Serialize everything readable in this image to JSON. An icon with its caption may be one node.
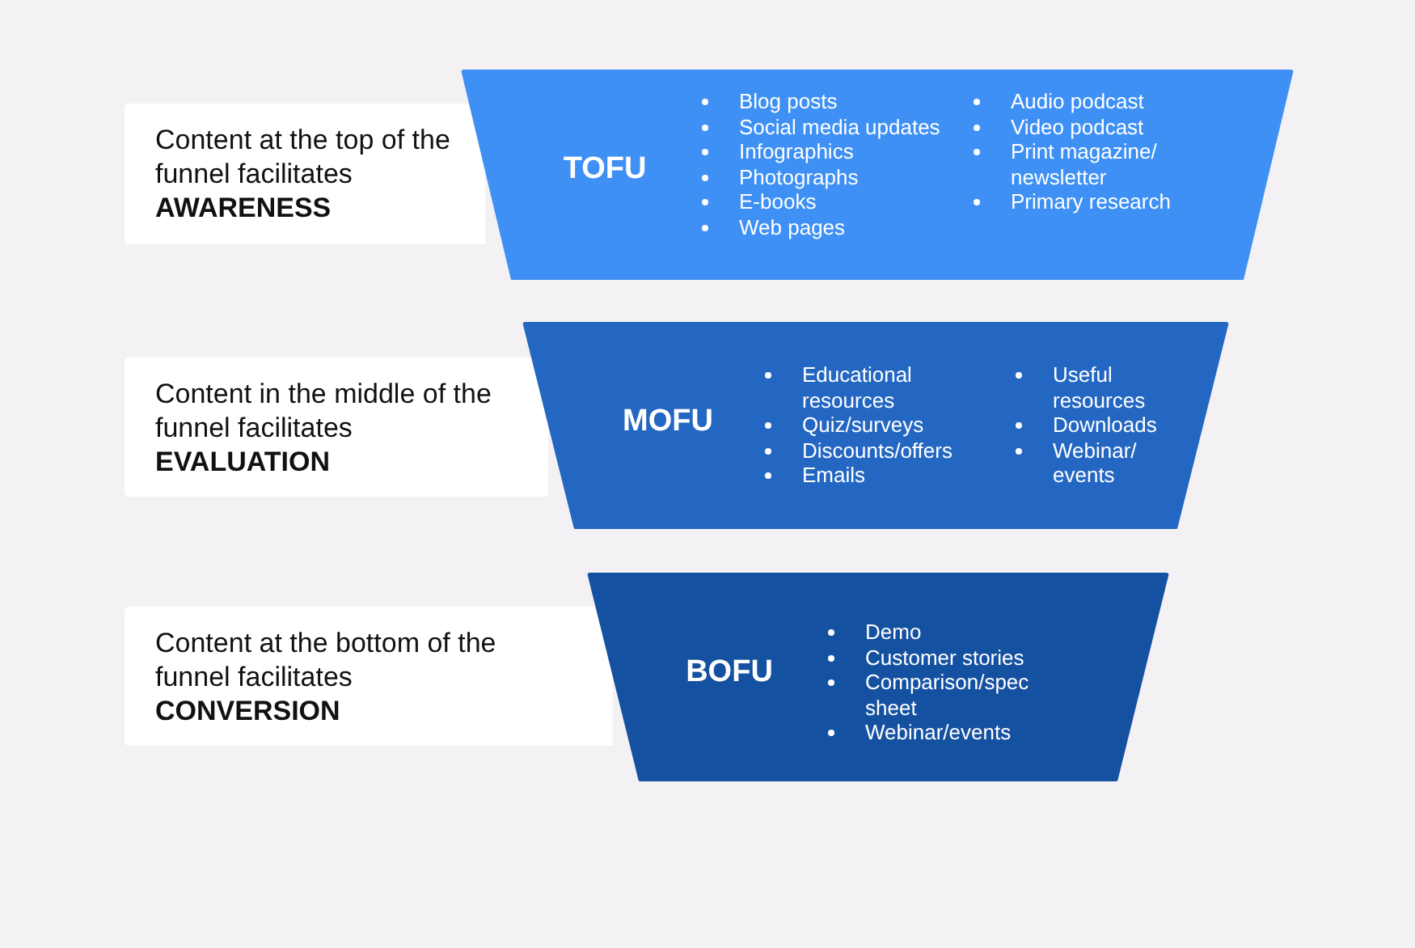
{
  "diagram": {
    "nodes": [
      {
        "text": [
          "Content at the top of the funnel facilitates",
          "AWARENESS"
        ]
      },
      {
        "text": [
          "TOFU",
          "Blog posts",
          "Social media updates",
          "Infographics",
          "Photographs",
          "E-books",
          "Web pages",
          "Audio podcast",
          "Video podcast",
          "Print magazine/ newsletter",
          "Primary research"
        ]
      },
      {
        "text": [
          "Content in the middle of the funnel facilitates",
          "EVALUATION"
        ]
      },
      {
        "text": [
          "MOFU",
          "Educational resources",
          "Quiz/surveys",
          "Discounts/offers",
          "Emails",
          "Useful resources",
          "Downloads",
          "Webinar/ events"
        ]
      },
      {
        "text": [
          "Content at the bottom of the funnel facilitates",
          "CONVERSION"
        ]
      },
      {
        "text": [
          "BOFU",
          "Demo",
          "Customer stories",
          "Comparison/spec sheet",
          "Webinar/events"
        ]
      }
    ]
  }
}
